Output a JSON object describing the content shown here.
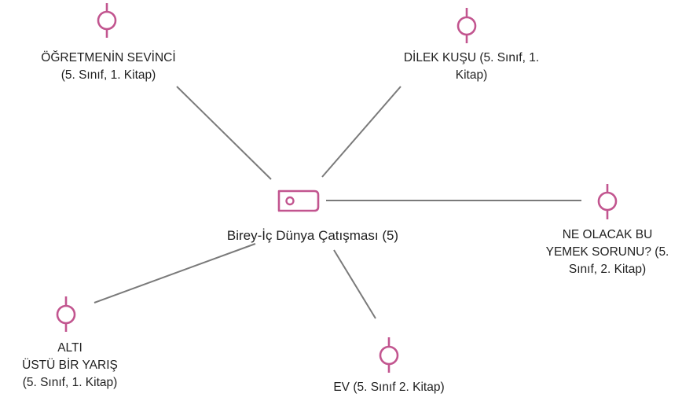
{
  "center": {
    "label": "Birey-İç Dünya Çatışması (5)"
  },
  "nodes": [
    {
      "lines": [
        "ÖĞRETMENİN SEVİNCİ",
        "(5. Sınıf,  1. Kitap)"
      ]
    },
    {
      "lines": [
        "DİLEK KUŞU (5. Sınıf, 1.",
        "Kitap)"
      ]
    },
    {
      "lines": [
        "NE OLACAK BU",
        "YEMEK SORUNU? (5.",
        "Sınıf, 2. Kitap)"
      ]
    },
    {
      "lines": [
        "ALTI",
        "ÜSTÜ BİR YARIŞ",
        "(5. Sınıf, 1. Kitap)"
      ]
    },
    {
      "lines": [
        "EV (5. Sınıf 2. Kitap)"
      ]
    }
  ],
  "colors": {
    "icon": "#c2558f",
    "line": "#7a7a7a",
    "text": "#1f1f1f"
  },
  "icons": {
    "center": "tag-icon",
    "node": "pin-icon"
  }
}
